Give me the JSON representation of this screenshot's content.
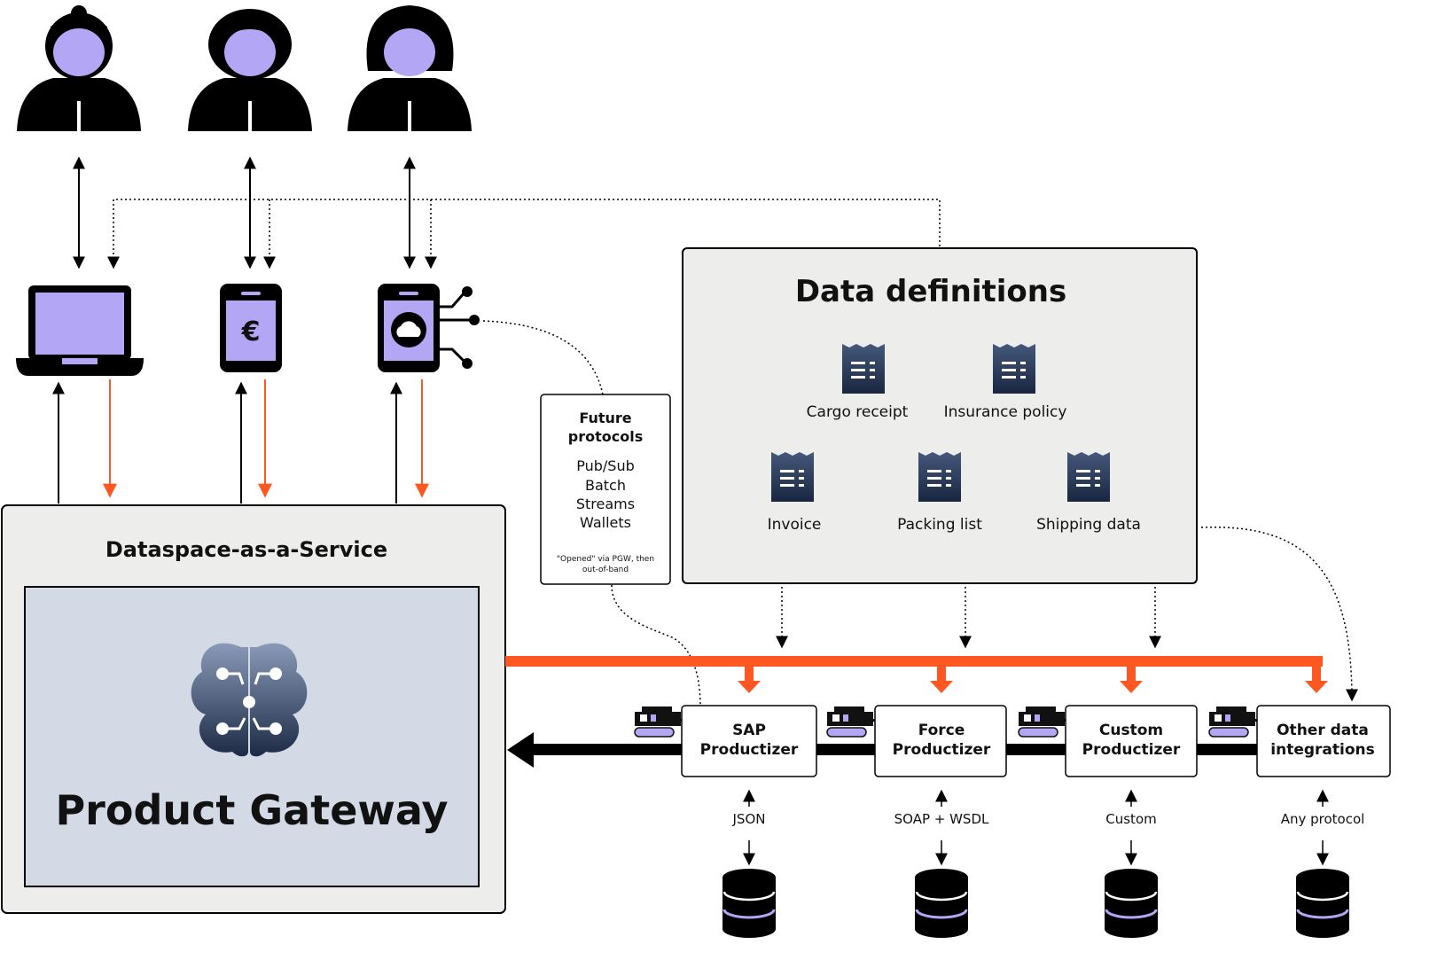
{
  "colors": {
    "accent_orange": "#ff5722",
    "purple_fill": "#b3a6f5",
    "gateway_fill": "#d3dae6",
    "panel_fill": "#ededeb",
    "doc_navy": "#1f2e4a"
  },
  "users": [
    {
      "icon": "user-bun-icon"
    },
    {
      "icon": "user-short-hair-icon"
    },
    {
      "icon": "user-long-hair-icon"
    }
  ],
  "devices": [
    {
      "icon": "laptop-icon"
    },
    {
      "icon": "euro-phone-icon",
      "glyph": "€"
    },
    {
      "icon": "cloud-phone-icon"
    }
  ],
  "daas": {
    "title": "Dataspace-as-a-Service"
  },
  "gateway": {
    "title": "Product Gateway",
    "icon": "brain-circuit-icon"
  },
  "future_protocols": {
    "title_line1": "Future",
    "title_line2": "protocols",
    "items": [
      "Pub/Sub",
      "Batch",
      "Streams",
      "Wallets"
    ],
    "note_line1": "\"Opened\" via PGW, then",
    "note_line2": "out-of-band"
  },
  "data_definitions": {
    "title": "Data definitions",
    "docs": [
      "Cargo receipt",
      "Insurance policy",
      "Invoice",
      "Packing list",
      "Shipping data"
    ]
  },
  "productizers": [
    {
      "line1": "SAP",
      "line2": "Productizer",
      "protocol": "JSON"
    },
    {
      "line1": "Force",
      "line2": "Productizer",
      "protocol": "SOAP + WSDL"
    },
    {
      "line1": "Custom",
      "line2": "Productizer",
      "protocol": "Custom"
    },
    {
      "line1": "Other data",
      "line2": "integrations",
      "protocol": "Any protocol"
    }
  ]
}
